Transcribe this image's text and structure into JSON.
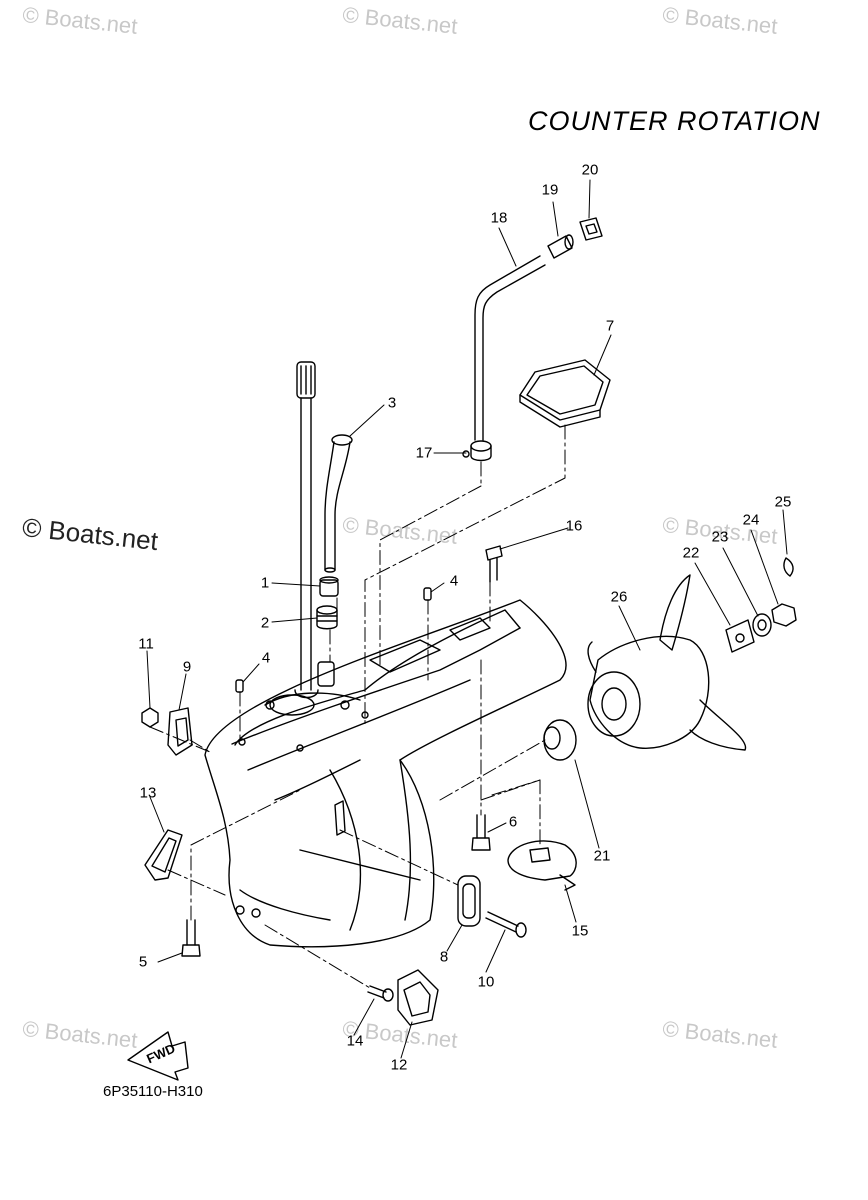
{
  "title": "COUNTER ROTATION",
  "part_code": "6P35110-H310",
  "fwd_label": "FWD",
  "watermark": "© Boats.net",
  "callouts": [
    "1",
    "2",
    "3",
    "4",
    "4",
    "5",
    "6",
    "7",
    "8",
    "9",
    "10",
    "11",
    "12",
    "13",
    "14",
    "15",
    "16",
    "17",
    "18",
    "19",
    "20",
    "21",
    "22",
    "23",
    "24",
    "25",
    "26"
  ],
  "colors": {
    "line": "#000000",
    "watermark": "#c8c8c8",
    "background": "#ffffff"
  }
}
